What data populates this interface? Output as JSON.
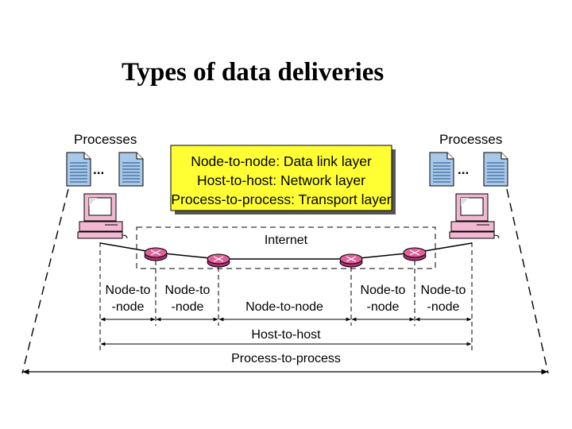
{
  "title": "Types of data deliveries",
  "left_processes_label": "Processes",
  "right_processes_label": "Processes",
  "ellipsis": "...",
  "layers_box": {
    "lines": [
      "Node-to-node: Data link layer",
      "Host-to-host: Network layer",
      "Process-to-process: Transport layer"
    ]
  },
  "internet_label": "Internet",
  "segments": {
    "node1": [
      "Node-to",
      "-node"
    ],
    "node2": [
      "Node-to",
      "-node"
    ],
    "middle": "Node-to-node",
    "node3": [
      "Node-to",
      "-node"
    ],
    "node4": [
      "Node-to",
      "-node"
    ]
  },
  "host_to_host": "Host-to-host",
  "process_to_process": "Process-to-process",
  "colors": {
    "layer_box_fill": "#ffff33",
    "router_fill": "#e0609a",
    "computer_fill": "#f2b8d2",
    "document_fill": "#a9c8e8"
  }
}
